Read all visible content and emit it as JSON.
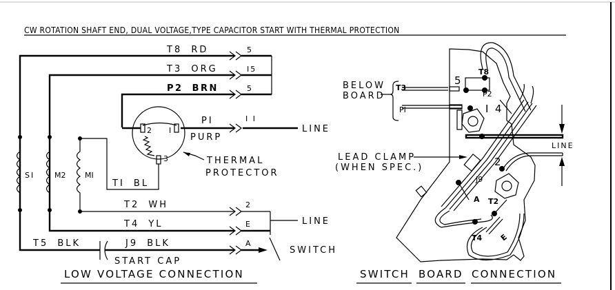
{
  "title": "CW ROTATION SHAFT END, DUAL VOLTAGE,TYPE CAPACITOR START  WITH THERMAL PROTECTION",
  "low_voltage": {
    "section_title": "LOW VOLTAGE CONNECTION",
    "windings": [
      {
        "label": "S1",
        "display": "SI"
      },
      {
        "label": "M2",
        "display": "M2"
      },
      {
        "label": "M1",
        "display": "MI"
      }
    ],
    "leads": [
      {
        "wire": "T8",
        "color": "RD",
        "terminal": "5"
      },
      {
        "wire": "T3",
        "color": "ORG",
        "terminal": "15",
        "terminal_display": "I5"
      },
      {
        "wire": "P2",
        "color": "BRN",
        "terminal": "5"
      },
      {
        "wire": "P1",
        "color": "PURP",
        "terminal": "11",
        "terminal_display": "I I",
        "wire_display": "PI"
      },
      {
        "wire": "T1",
        "color": "BL",
        "wire_display": "TI"
      },
      {
        "wire": "T2",
        "color": "WH",
        "terminal": "2"
      },
      {
        "wire": "T4",
        "color": "YL",
        "terminal": "E"
      },
      {
        "wire": "T5",
        "color": "BLK"
      },
      {
        "wire": "J9",
        "color": "BLK",
        "terminal": "A"
      }
    ],
    "thermal_protector": {
      "label_line1": "THERMAL",
      "label_line2": "PROTECTOR",
      "terminals": [
        "2",
        "1",
        "3"
      ],
      "terminal_display": [
        "2",
        "I",
        "3"
      ]
    },
    "line_label_top": "LINE",
    "line_label_bottom": "LINE",
    "switch_label": "SWITCH",
    "capacitor_label": "START CAP"
  },
  "switch_board": {
    "section_title_words": [
      "SWITCH",
      "BOARD",
      "CONNECTION"
    ],
    "below_board_line1": "BELOW",
    "below_board_line2": "BOARD",
    "below_board_leads": [
      "T3",
      "P1"
    ],
    "below_board_leads_display": [
      "T3",
      "PI"
    ],
    "terminal_labels": {
      "t8": "T8",
      "p2": "P2",
      "j9": "J9",
      "a": "A",
      "t2": "T2",
      "t4": "T4",
      "e": "E"
    },
    "terminal_numbers": [
      "5",
      "1",
      "4",
      "2"
    ],
    "terminal_numbers_display": [
      "5",
      "I",
      "4",
      "2"
    ],
    "lead_clamp_line1": "LEAD CLAMP",
    "lead_clamp_line2": "(WHEN SPEC.)",
    "line_label": "LINE"
  }
}
